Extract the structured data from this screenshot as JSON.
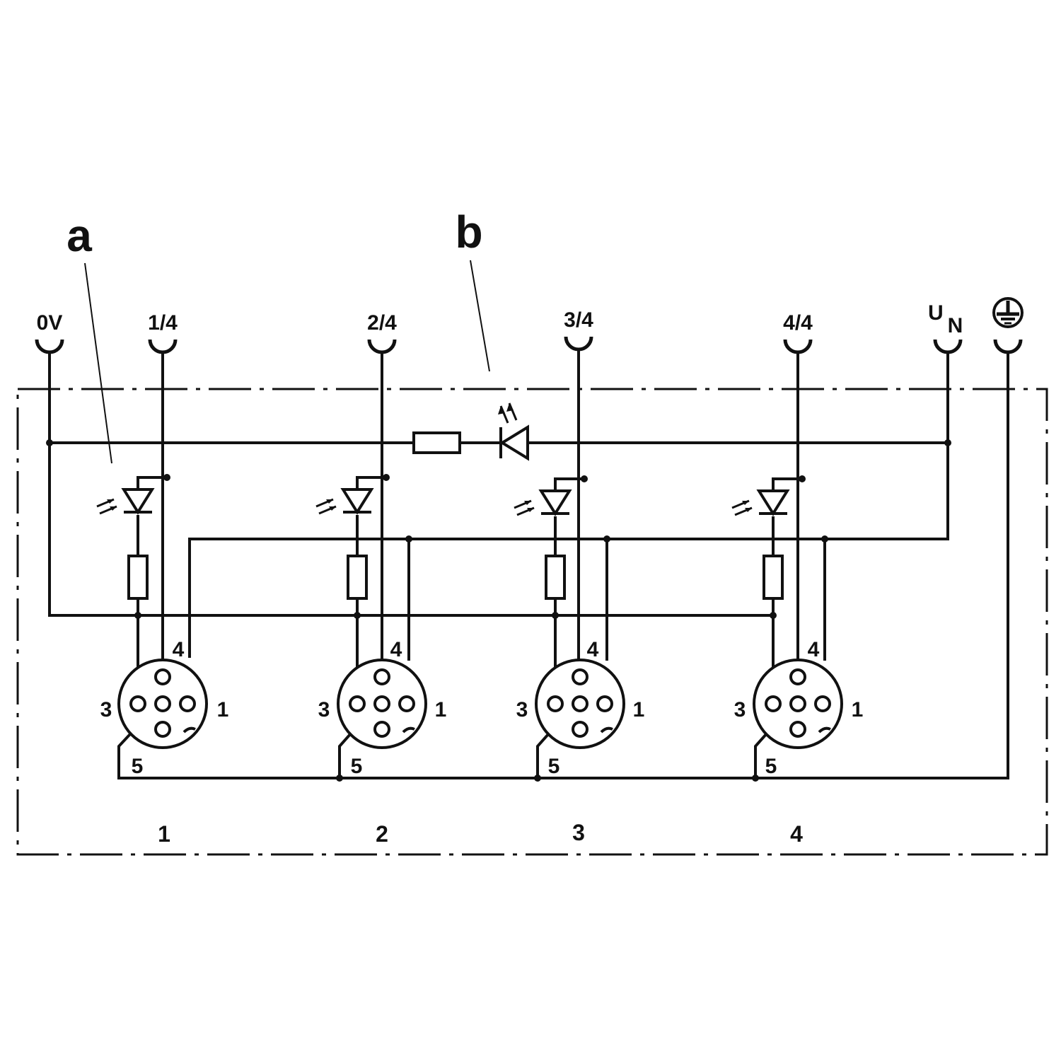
{
  "callouts": {
    "a": "a",
    "b": "b"
  },
  "terminals": {
    "zero_v": "0V",
    "ch1": "1/4",
    "ch2": "2/4",
    "ch3": "3/4",
    "ch4": "4/4",
    "un_main": "U",
    "un_sub": "N"
  },
  "connectors": [
    {
      "pin1": "1",
      "pin3": "3",
      "pin4": "4",
      "pin5": "5",
      "number": "1"
    },
    {
      "pin1": "1",
      "pin3": "3",
      "pin4": "4",
      "pin5": "5",
      "number": "2"
    },
    {
      "pin1": "1",
      "pin3": "3",
      "pin4": "4",
      "pin5": "5",
      "number": "3"
    },
    {
      "pin1": "1",
      "pin3": "3",
      "pin4": "4",
      "pin5": "5",
      "number": "4"
    }
  ],
  "colors": {
    "ink": "#111111",
    "background": "#ffffff"
  },
  "icons": {
    "earth": "protective-earth-icon",
    "led": "led-icon",
    "resistor": "resistor-icon"
  }
}
